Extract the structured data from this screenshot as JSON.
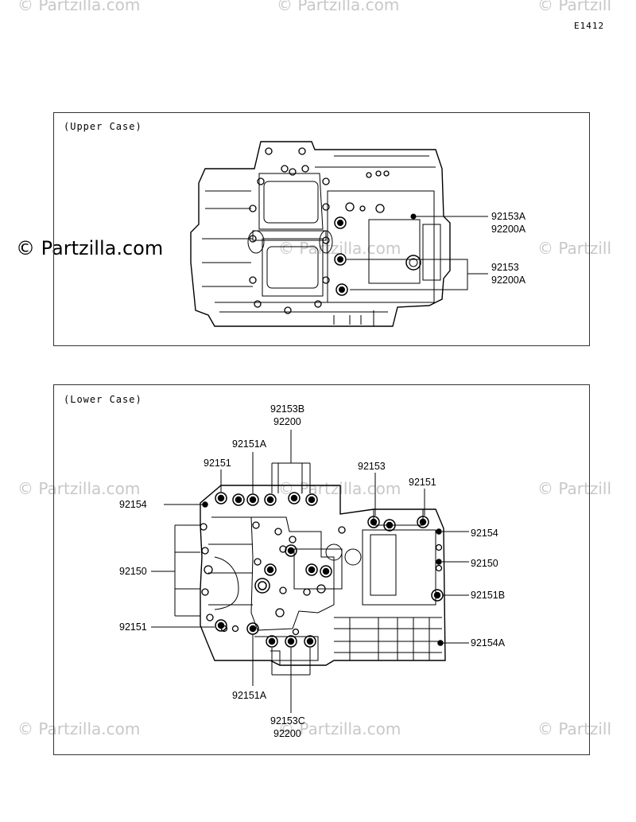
{
  "watermark": "© Partzilla.com",
  "watermark_short": "© Partzill",
  "diagram_code": "E1412",
  "upper": {
    "label": "(Upper Case)",
    "parts": [
      {
        "name": "92153A"
      },
      {
        "name": "92200A"
      },
      {
        "name": "92153"
      },
      {
        "name": "92200A"
      }
    ]
  },
  "lower": {
    "label": "(Lower Case)",
    "parts": [
      {
        "name": "92153B"
      },
      {
        "name": "92200"
      },
      {
        "name": "92151A"
      },
      {
        "name": "92151"
      },
      {
        "name": "92154"
      },
      {
        "name": "92153"
      },
      {
        "name": "92151"
      },
      {
        "name": "92154"
      },
      {
        "name": "92150"
      },
      {
        "name": "92150"
      },
      {
        "name": "92151B"
      },
      {
        "name": "92151"
      },
      {
        "name": "92154A"
      },
      {
        "name": "92151A"
      },
      {
        "name": "92153C"
      },
      {
        "name": "92200"
      }
    ]
  }
}
